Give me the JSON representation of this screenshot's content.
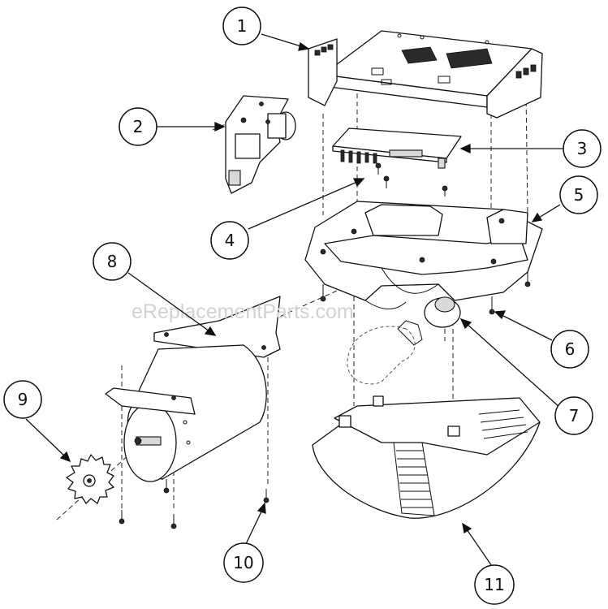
{
  "watermark": "eReplacementParts.com",
  "callouts": [
    {
      "id": "1",
      "label": "1",
      "part": "chassis-top-bracket"
    },
    {
      "id": "2",
      "label": "2",
      "part": "limit-switch-assembly"
    },
    {
      "id": "3",
      "label": "3",
      "part": "logic-board"
    },
    {
      "id": "4",
      "label": "4",
      "part": "logic-board-screws"
    },
    {
      "id": "5",
      "label": "5",
      "part": "chassis-base"
    },
    {
      "id": "6",
      "label": "6",
      "part": "chassis-base-screws"
    },
    {
      "id": "7",
      "label": "7",
      "part": "light-socket-and-bulb"
    },
    {
      "id": "8",
      "label": "8",
      "part": "motor-assembly"
    },
    {
      "id": "9",
      "label": "9",
      "part": "rpm-sensor-wheel"
    },
    {
      "id": "10",
      "label": "10",
      "part": "motor-screws"
    },
    {
      "id": "11",
      "label": "11",
      "part": "light-cover"
    }
  ]
}
